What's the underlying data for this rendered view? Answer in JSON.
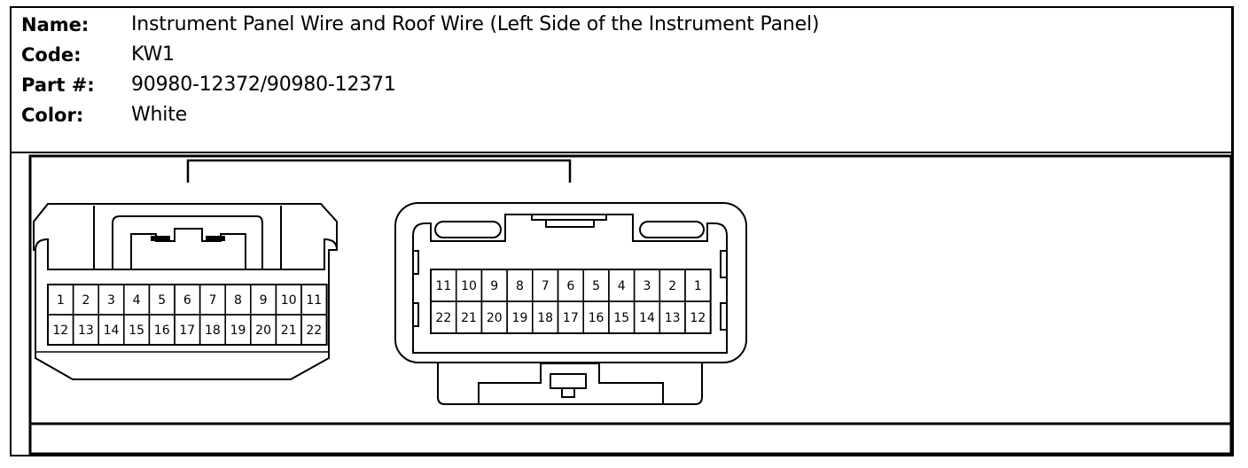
{
  "info": {
    "name_label": "Name:",
    "name_value": "Instrument Panel Wire and Roof Wire (Left Side of the Instrument Panel)",
    "code_label": "Code:",
    "code_value": "KW1",
    "part_label": "Part #:",
    "part_value": "90980-12372/90980-12371",
    "color_label": "Color:",
    "color_value": "White"
  },
  "left_connector": {
    "row_top": [
      "1",
      "2",
      "3",
      "4",
      "5",
      "6",
      "7",
      "8",
      "9",
      "10",
      "11"
    ],
    "row_bottom": [
      "12",
      "13",
      "14",
      "15",
      "16",
      "17",
      "18",
      "19",
      "20",
      "21",
      "22"
    ]
  },
  "right_connector": {
    "row_top": [
      "11",
      "10",
      "9",
      "8",
      "7",
      "6",
      "5",
      "4",
      "3",
      "2",
      "1"
    ],
    "row_bottom": [
      "22",
      "21",
      "20",
      "19",
      "18",
      "17",
      "16",
      "15",
      "14",
      "13",
      "12"
    ]
  }
}
